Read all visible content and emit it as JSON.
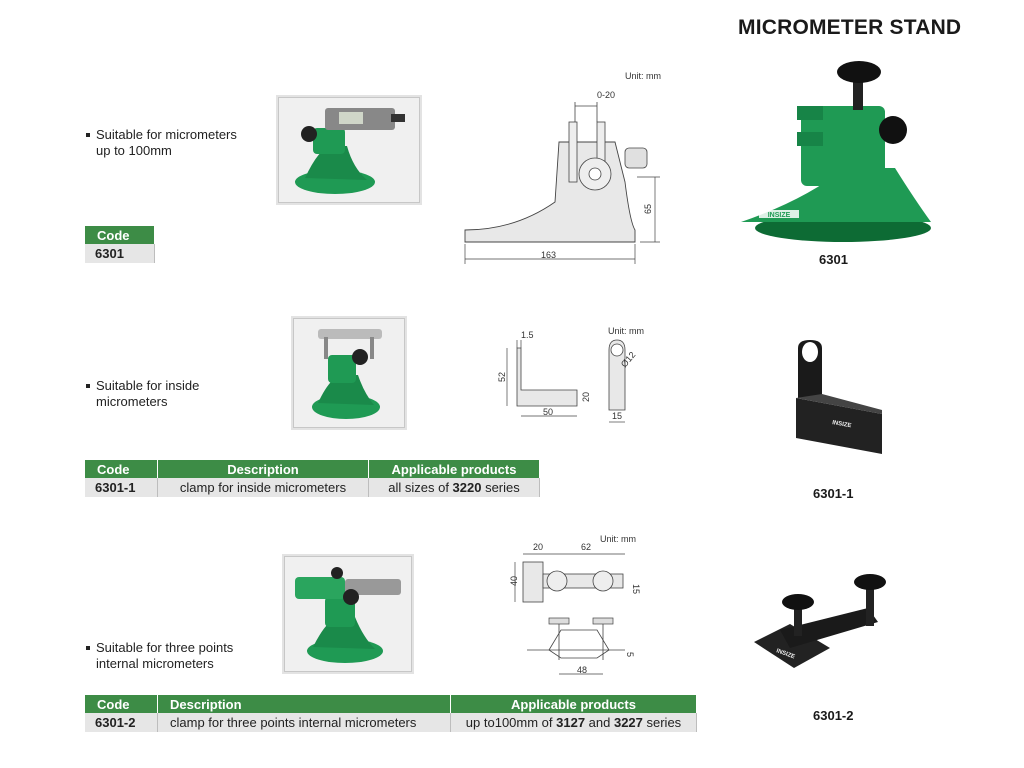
{
  "page_title": "MICROMETER STAND",
  "unit_label": "Unit: mm",
  "sections": [
    {
      "bullet_line1": "Suitable for micrometers",
      "bullet_line2": "up to 100mm",
      "table_header_code": "Code",
      "code": "6301",
      "dims": {
        "top": "0-20",
        "height": "65",
        "length": "163"
      },
      "caption": "6301"
    },
    {
      "bullet_line1": "Suitable for inside",
      "bullet_line2": "micrometers",
      "table_header": {
        "code": "Code",
        "description": "Description",
        "products": "Applicable products"
      },
      "row": {
        "code": "6301-1",
        "description": "clamp for inside micrometers",
        "products_pre": "all sizes of ",
        "products_bold": "3220",
        "products_post": " series"
      },
      "dims": {
        "thickness": "1.5",
        "height": "52",
        "base_height": "20",
        "base_length": "50",
        "diameter": "Ø12",
        "side_width": "15"
      },
      "caption": "6301-1"
    },
    {
      "bullet_line1": "Suitable for three points",
      "bullet_line2": "internal micrometers",
      "table_header": {
        "code": "Code",
        "description": "Description",
        "products": "Applicable products"
      },
      "row": {
        "code": "6301-2",
        "description": "clamp for three points internal micrometers",
        "products_pre": "up to100mm of ",
        "products_bold1": "3127",
        "products_mid": " and ",
        "products_bold2": "3227",
        "products_post": " series"
      },
      "dims": {
        "a": "20",
        "b": "62",
        "height": "40",
        "right": "15",
        "bottom": "48",
        "small": "5"
      },
      "caption": "6301-2"
    }
  ],
  "colors": {
    "header_green": "#3d8c46",
    "product_green": "#1f9a54",
    "row_gray": "#e6e6e6"
  },
  "brand_mark": "INSIZE"
}
